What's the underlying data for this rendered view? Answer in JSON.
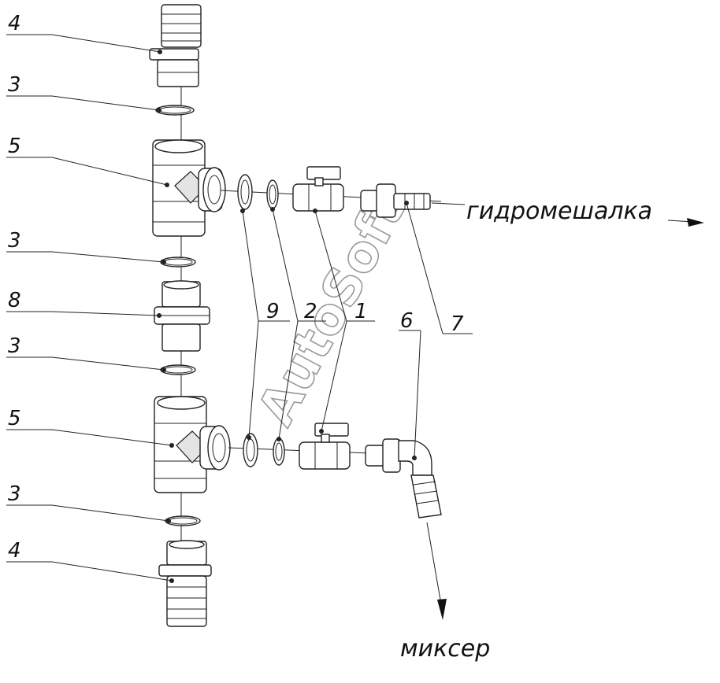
{
  "labels": {
    "l4_top": "4",
    "l3_a": "3",
    "l5_top": "5",
    "l3_b": "3",
    "l8": "8",
    "l3_c": "3",
    "l5_bottom": "5",
    "l3_d": "3",
    "l4_bottom": "4",
    "l9": "9",
    "l2": "2",
    "l1": "1",
    "l6": "6",
    "l7": "7"
  },
  "destinations": {
    "hydromixer": "гидромешалка",
    "mixer": "миксер"
  },
  "watermark": "AutoSoft"
}
